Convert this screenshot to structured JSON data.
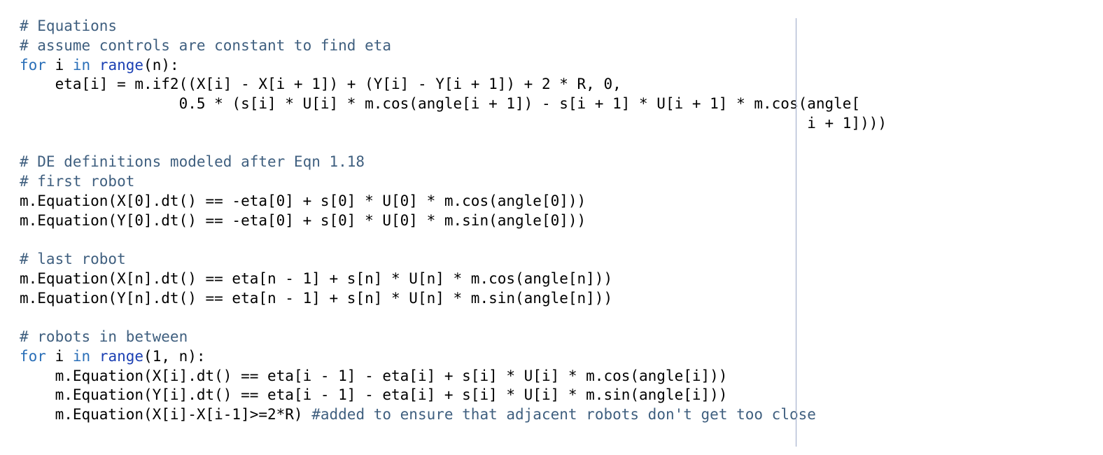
{
  "editor": {
    "colors": {
      "comment": "#3f5f7f",
      "keyword": "#2a6fb8",
      "builtin": "#1a3fb3",
      "text": "#000000",
      "margin_line": "#9aa7c7"
    },
    "lines": [
      [
        {
          "t": "comment",
          "v": "# Equations"
        }
      ],
      [
        {
          "t": "comment",
          "v": "# assume controls are constant to find eta"
        }
      ],
      [
        {
          "t": "kw",
          "v": "for"
        },
        {
          "t": "plain",
          "v": " i "
        },
        {
          "t": "kw",
          "v": "in"
        },
        {
          "t": "plain",
          "v": " "
        },
        {
          "t": "builtin",
          "v": "range"
        },
        {
          "t": "plain",
          "v": "(n):"
        }
      ],
      [
        {
          "t": "plain",
          "v": "    eta[i] = m.if2((X[i] - X[i + 1]) + (Y[i] - Y[i + 1]) + 2 * R, 0,"
        }
      ],
      [
        {
          "t": "plain",
          "v": "                  0.5 * (s[i] * U[i] * m.cos(angle[i + 1]) - s[i + 1] * U[i + 1] * m.cos(angle["
        }
      ],
      [
        {
          "t": "plain",
          "v": "                                                                                         i + 1])))"
        }
      ],
      [],
      [
        {
          "t": "comment",
          "v": "# DE definitions modeled after Eqn 1.18"
        }
      ],
      [
        {
          "t": "comment",
          "v": "# first robot"
        }
      ],
      [
        {
          "t": "plain",
          "v": "m.Equation(X[0].dt() == -eta[0] + s[0] * U[0] * m.cos(angle[0]))"
        }
      ],
      [
        {
          "t": "plain",
          "v": "m.Equation(Y[0].dt() == -eta[0] + s[0] * U[0] * m.sin(angle[0]))"
        }
      ],
      [],
      [
        {
          "t": "comment",
          "v": "# last robot"
        }
      ],
      [
        {
          "t": "plain",
          "v": "m.Equation(X[n].dt() == eta[n - 1] + s[n] * U[n] * m.cos(angle[n]))"
        }
      ],
      [
        {
          "t": "plain",
          "v": "m.Equation(Y[n].dt() == eta[n - 1] + s[n] * U[n] * m.sin(angle[n]))"
        }
      ],
      [],
      [
        {
          "t": "comment",
          "v": "# robots in between"
        }
      ],
      [
        {
          "t": "kw",
          "v": "for"
        },
        {
          "t": "plain",
          "v": " i "
        },
        {
          "t": "kw",
          "v": "in"
        },
        {
          "t": "plain",
          "v": " "
        },
        {
          "t": "builtin",
          "v": "range"
        },
        {
          "t": "plain",
          "v": "(1, n):"
        }
      ],
      [
        {
          "t": "plain",
          "v": "    m.Equation(X[i].dt() == eta[i - 1] - eta[i] + s[i] * U[i] * m.cos(angle[i]))"
        }
      ],
      [
        {
          "t": "plain",
          "v": "    m.Equation(Y[i].dt() == eta[i - 1] - eta[i] + s[i] * U[i] * m.sin(angle[i]))"
        }
      ],
      [
        {
          "t": "plain",
          "v": "    m.Equation(X[i]-X[i-1]>=2*R) "
        },
        {
          "t": "comment",
          "v": "#added to ensure that adjacent robots don't get too close"
        }
      ]
    ]
  }
}
